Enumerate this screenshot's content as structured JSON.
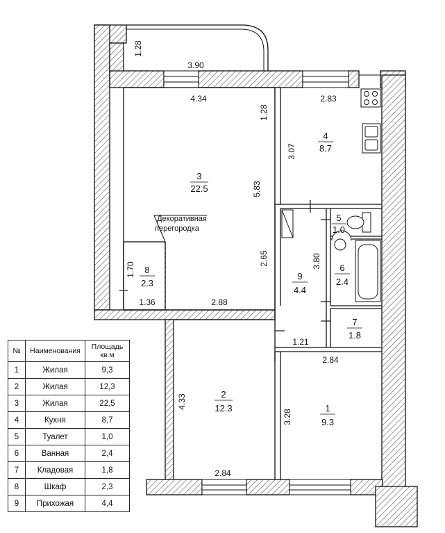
{
  "rooms": [
    {
      "num": "1",
      "area": "9.3"
    },
    {
      "num": "2",
      "area": "12.3"
    },
    {
      "num": "3",
      "area": "22.5"
    },
    {
      "num": "4",
      "area": "8.7"
    },
    {
      "num": "5",
      "area": "1.0"
    },
    {
      "num": "6",
      "area": "2.4"
    },
    {
      "num": "7",
      "area": "1.8"
    },
    {
      "num": "8",
      "area": "2.3"
    },
    {
      "num": "9",
      "area": "4.4"
    }
  ],
  "dimensions": {
    "balcony_depth": "1.28",
    "balcony_width": "3.90",
    "r3_width": "4.34",
    "r3_right_top": "1.28",
    "r3_height": "5.83",
    "r3_right_low": "2.65",
    "r3_bottom": "2.88",
    "r8_height": "1.70",
    "r8_width": "1.36",
    "r4_width": "2.83",
    "r4_height": "3.07",
    "r9_height": "3.80",
    "r9_width": "1.21",
    "r1_width": "2.84",
    "r1_height": "3.28",
    "r2_height": "4.33",
    "r2_width": "2.84"
  },
  "partition_note": {
    "line1": "Декоративная",
    "line2": "перегородка"
  },
  "table": {
    "headers": {
      "num": "№",
      "name": "Наименования",
      "area_line1": "Площадь",
      "area_line2": "кв.м"
    },
    "rows": [
      {
        "num": "1",
        "name": "Жилая",
        "area": "9,3"
      },
      {
        "num": "2",
        "name": "Жилая",
        "area": "12,3"
      },
      {
        "num": "3",
        "name": "Жилая",
        "area": "22,5"
      },
      {
        "num": "4",
        "name": "Кухня",
        "area": "8,7"
      },
      {
        "num": "5",
        "name": "Туалет",
        "area": "1,0"
      },
      {
        "num": "6",
        "name": "Ванная",
        "area": "2,4"
      },
      {
        "num": "7",
        "name": "Кладовая",
        "area": "1,8"
      },
      {
        "num": "8",
        "name": "Шкаф",
        "area": "2,3"
      },
      {
        "num": "9",
        "name": "Прихожая",
        "area": "4,4"
      }
    ]
  }
}
